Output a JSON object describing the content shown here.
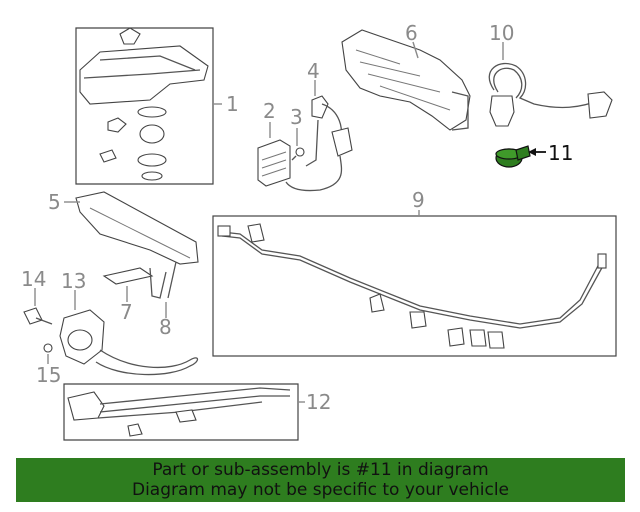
{
  "diagram": {
    "callouts": [
      "1",
      "2",
      "3",
      "4",
      "5",
      "6",
      "7",
      "8",
      "9",
      "10",
      "11",
      "12",
      "13",
      "14",
      "15"
    ],
    "highlight_callout": "11",
    "highlight_color": "#2e7d1f"
  },
  "banner": {
    "line1": "Part or sub-assembly is #11 in diagram",
    "line2": "Diagram may not be specific to your vehicle",
    "background": "#2e7d1f"
  }
}
